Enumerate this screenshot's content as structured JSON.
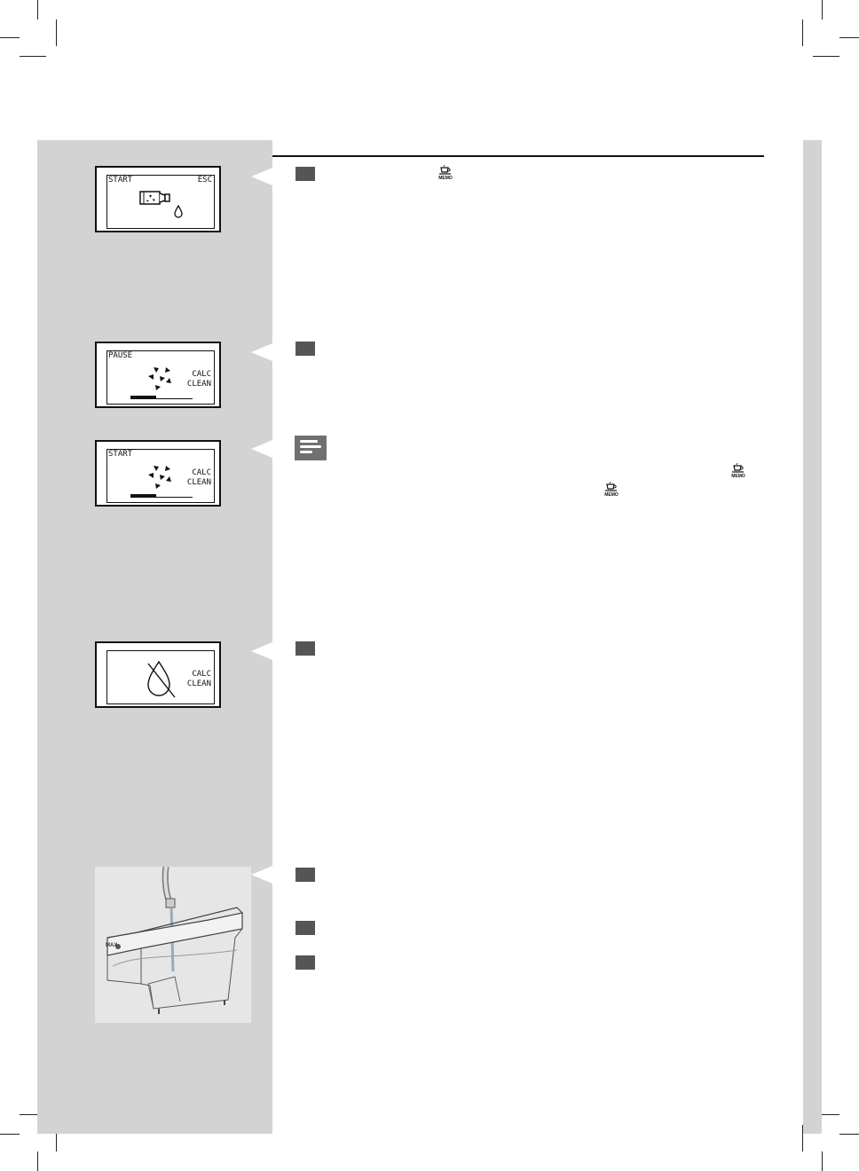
{
  "displays": [
    {
      "id": "start-esc",
      "left_label": "START",
      "right_label": "ESC",
      "icon": "bottle-drop-icon"
    },
    {
      "id": "pause",
      "left_label": "PAUSE",
      "line1": "CALC",
      "line2": "CLEAN",
      "icon": "spinner-icon",
      "progress": 0.42
    },
    {
      "id": "start",
      "left_label": "START",
      "line1": "CALC",
      "line2": "CLEAN",
      "icon": "spinner-icon",
      "progress": 0.42
    },
    {
      "id": "empty",
      "line1": "CALC",
      "line2": "CLEAN",
      "icon": "crossed-drop-icon"
    }
  ],
  "memo_label": "MEMO",
  "photo": {
    "tank_mark": "MAX",
    "icon": "water-tank-illustration"
  },
  "colors": {
    "sidebar": "#d3d3d3",
    "step_box": "#555555",
    "note_box": "#707070"
  }
}
